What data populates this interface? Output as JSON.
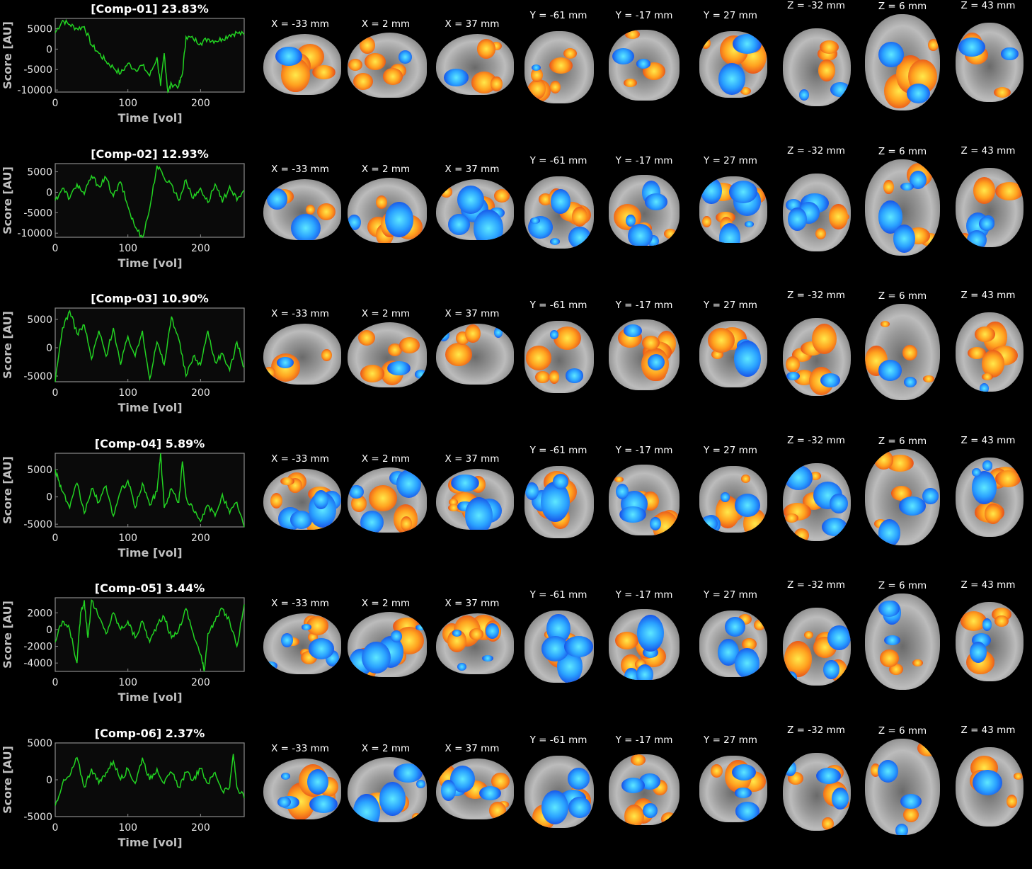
{
  "colors": {
    "background": "#000000",
    "trace": "#22d322",
    "plot_bg": "#0a0a0a",
    "axis": "#8a8a8a",
    "positive": "#ff9a1f",
    "negative": "#2f8fff"
  },
  "slice_labels": [
    "X = -33 mm",
    "X = 2 mm",
    "X = 37 mm",
    "Y = -61 mm",
    "Y = -17 mm",
    "Y = 27 mm",
    "Z = -32 mm",
    "Z = 6 mm",
    "Z = 43 mm"
  ],
  "chart_data": [
    {
      "type": "line",
      "title": "[Comp-01] 23.83%",
      "xlabel": "Time [vol]",
      "ylabel": "Score [AU]",
      "xlim": [
        0,
        260
      ],
      "ylim": [
        -10500,
        7500
      ],
      "xticks": [
        0,
        100,
        200
      ],
      "yticks": [
        5000,
        0,
        -5000,
        -10000
      ],
      "x": [
        0,
        10,
        20,
        30,
        40,
        50,
        60,
        70,
        80,
        90,
        100,
        110,
        120,
        130,
        140,
        145,
        150,
        155,
        160,
        170,
        175,
        180,
        190,
        200,
        210,
        220,
        230,
        240,
        250,
        260
      ],
      "series": [
        {
          "values": [
            4000,
            7000,
            6000,
            5000,
            5500,
            1000,
            -1000,
            -3000,
            -4500,
            -6000,
            -3500,
            -5000,
            -4000,
            -6500,
            -2000,
            -9000,
            -1000,
            -10500,
            -8500,
            -9000,
            -6000,
            3000,
            2500,
            1500,
            2500,
            2000,
            2500,
            3500,
            4000,
            3500
          ]
        }
      ]
    },
    {
      "type": "line",
      "title": "[Comp-02] 12.93%",
      "xlabel": "Time [vol]",
      "ylabel": "Score [AU]",
      "xlim": [
        0,
        260
      ],
      "ylim": [
        -11000,
        7000
      ],
      "xticks": [
        0,
        100,
        200
      ],
      "yticks": [
        5000,
        0,
        -5000,
        -10000
      ],
      "x": [
        0,
        10,
        20,
        30,
        40,
        50,
        60,
        70,
        80,
        90,
        100,
        110,
        120,
        130,
        140,
        150,
        160,
        170,
        180,
        190,
        200,
        210,
        220,
        230,
        240,
        250,
        260
      ],
      "series": [
        {
          "values": [
            -2000,
            1000,
            -1500,
            2000,
            -500,
            4000,
            1500,
            3500,
            -1000,
            2500,
            -3500,
            -8500,
            -11000,
            -4000,
            6500,
            3500,
            2000,
            -2000,
            3000,
            -1500,
            1000,
            -2500,
            2000,
            -2500,
            1500,
            -2000,
            500
          ]
        }
      ]
    },
    {
      "type": "line",
      "title": "[Comp-03] 10.90%",
      "xlabel": "Time [vol]",
      "ylabel": "Score [AU]",
      "xlim": [
        0,
        260
      ],
      "ylim": [
        -6000,
        7000
      ],
      "xticks": [
        0,
        100,
        200
      ],
      "yticks": [
        5000,
        0,
        -5000
      ],
      "x": [
        0,
        10,
        20,
        30,
        40,
        50,
        60,
        70,
        80,
        90,
        100,
        110,
        120,
        130,
        140,
        150,
        160,
        170,
        180,
        190,
        200,
        210,
        220,
        230,
        240,
        250,
        260
      ],
      "series": [
        {
          "values": [
            -6000,
            3500,
            6500,
            2500,
            4000,
            -2000,
            3000,
            -1500,
            3500,
            -3000,
            2000,
            -1500,
            3000,
            -5500,
            1000,
            -3000,
            5500,
            1500,
            -5000,
            -1500,
            -3000,
            3000,
            -2500,
            -1000,
            -4000,
            1000,
            -3500
          ]
        }
      ]
    },
    {
      "type": "line",
      "title": "[Comp-04] 5.89%",
      "xlabel": "Time [vol]",
      "ylabel": "Score [AU]",
      "xlim": [
        0,
        260
      ],
      "ylim": [
        -5500,
        8000
      ],
      "xticks": [
        0,
        100,
        200
      ],
      "yticks": [
        5000,
        0,
        -5000
      ],
      "x": [
        0,
        5,
        10,
        20,
        30,
        40,
        50,
        60,
        70,
        80,
        90,
        100,
        110,
        120,
        130,
        140,
        145,
        150,
        160,
        170,
        175,
        180,
        190,
        200,
        210,
        220,
        230,
        240,
        250,
        260
      ],
      "series": [
        {
          "values": [
            5000,
            3000,
            1000,
            -2000,
            2500,
            -3000,
            1500,
            -1000,
            2000,
            -3500,
            1000,
            3000,
            -2000,
            2500,
            -1500,
            1000,
            8000,
            -2000,
            1500,
            -1000,
            6500,
            0,
            -2500,
            -4500,
            -1500,
            -3500,
            500,
            -3000,
            -1000,
            -5500
          ]
        }
      ]
    },
    {
      "type": "line",
      "title": "[Comp-05] 3.44%",
      "xlabel": "Time [vol]",
      "ylabel": "Score [AU]",
      "xlim": [
        0,
        260
      ],
      "ylim": [
        -5000,
        3800
      ],
      "xticks": [
        0,
        100,
        200
      ],
      "yticks": [
        2000,
        0,
        -2000,
        -4000
      ],
      "x": [
        0,
        10,
        20,
        30,
        35,
        40,
        45,
        50,
        60,
        70,
        80,
        90,
        100,
        110,
        120,
        130,
        140,
        150,
        160,
        170,
        180,
        190,
        200,
        205,
        210,
        220,
        230,
        240,
        250,
        260
      ],
      "series": [
        {
          "values": [
            -1500,
            1000,
            0,
            -4000,
            2000,
            3500,
            -1000,
            3500,
            1500,
            -500,
            2000,
            0,
            1000,
            -1000,
            1000,
            -1500,
            500,
            1500,
            -1000,
            0,
            2500,
            -500,
            -3000,
            -5000,
            -500,
            1000,
            2500,
            1000,
            -2000,
            3000
          ]
        }
      ]
    },
    {
      "type": "line",
      "title": "[Comp-06] 2.37%",
      "xlabel": "Time [vol]",
      "ylabel": "Score [AU]",
      "xlim": [
        0,
        260
      ],
      "ylim": [
        -5000,
        5000
      ],
      "xticks": [
        0,
        100,
        200
      ],
      "yticks": [
        5000,
        0,
        -5000
      ],
      "x": [
        0,
        10,
        20,
        30,
        40,
        50,
        60,
        70,
        80,
        90,
        100,
        110,
        120,
        130,
        140,
        150,
        160,
        170,
        180,
        190,
        200,
        210,
        220,
        230,
        240,
        245,
        250,
        260
      ],
      "series": [
        {
          "values": [
            -3500,
            -500,
            500,
            3000,
            -1000,
            1500,
            -500,
            1000,
            2500,
            0,
            1500,
            -500,
            3000,
            0,
            1500,
            -500,
            1000,
            -1000,
            1000,
            0,
            1500,
            -500,
            1000,
            -1500,
            -1000,
            3500,
            -1000,
            -2500
          ]
        }
      ]
    }
  ]
}
